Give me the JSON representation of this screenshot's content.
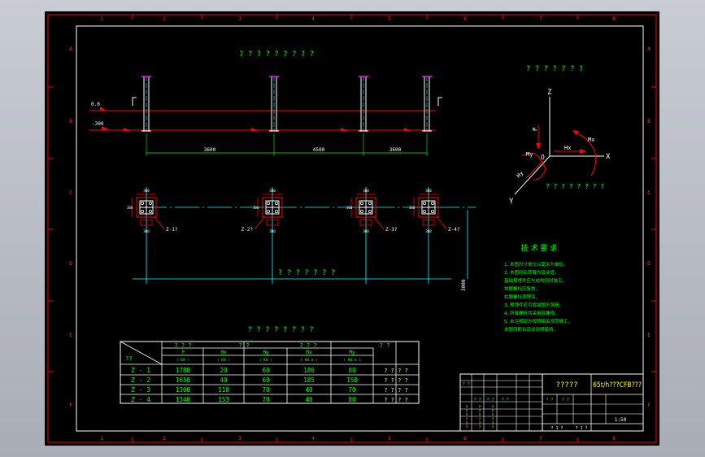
{
  "border": {
    "columns": [
      "1",
      "2",
      "3",
      "4",
      "5",
      "6",
      "7",
      "8"
    ],
    "rows": [
      "A",
      "B",
      "C",
      "D",
      "E",
      "F"
    ]
  },
  "plan": {
    "title": "? ? ? ? ? ? ? ? ?",
    "elevations": [
      "0.0",
      "-300"
    ],
    "dimensions": [
      "3600",
      "4500",
      "3600"
    ],
    "marks": [
      "Γ",
      "Γ"
    ]
  },
  "anchors": {
    "caption": "? ? ? ? ? ? ?",
    "labels": [
      "Z-1?",
      "Z-2?",
      "Z-3?",
      "Z-4?"
    ]
  },
  "axes_diagram": {
    "title": "? ? ? ? ? ? ?",
    "axes": [
      "Z",
      "X",
      "Y"
    ],
    "origin": "O",
    "forces": [
      "P",
      "Hx",
      "Hy",
      "Mx",
      "My"
    ],
    "caption": "? ? ? ? ? ? ? ?"
  },
  "notes": {
    "title": "技 术 要 求",
    "lines": [
      "1. 本图尺寸单位以毫米为单位。",
      "2. 本图所示荷载为设计值，",
      "   基础预埋件应与结构同时施工，",
      "   地脚螺栓应复核，",
      "   柱脚螺栓须埋深，",
      "3. 预埋件应可靠锚固于钢筋。",
      "4. 所有螺栓均采用双螺母。",
      "5. 未注明部分按照相关规范施工，",
      "   本图须配合设计说明使用。"
    ]
  },
  "load_table": {
    "title": "? ? ? ? ? ? ? ?",
    "corner": "??",
    "group_headers": [
      "? ? ?",
      "? ?",
      "? ? ?",
      "? ?"
    ],
    "sub_headers": [
      "P",
      "Hx",
      "Hy",
      "Mx",
      "My"
    ],
    "units": [
      "( KN )",
      "( KN )",
      "( KN )",
      "( KN.m )",
      "( KN.m )"
    ],
    "rows": [
      {
        "id": "Z - 1",
        "values": [
          "1780",
          "20",
          "60",
          "186",
          "80"
        ],
        "note": "? ? ? ?"
      },
      {
        "id": "Z - 2",
        "values": [
          "1650",
          "40",
          "60",
          "185",
          "150"
        ],
        "note": "? ? ? ?"
      },
      {
        "id": "Z - 3",
        "values": [
          "1300",
          "110",
          "70",
          "40",
          "70"
        ],
        "note": "? ? ? ?"
      },
      {
        "id": "Z - 4",
        "values": [
          "1340",
          "153",
          "70",
          "40",
          "80"
        ],
        "note": "? ? ? ?"
      }
    ]
  },
  "title_block": {
    "drawing_name": "?????",
    "company": "65t/h???CFB???",
    "scale": "1:50",
    "small": [
      "? ?",
      "? ?",
      "? ?",
      "? ?",
      "? ?",
      "? ?"
    ],
    "bottom": [
      "? 1 ?",
      "? 1 ?"
    ]
  },
  "colors": {
    "red": "#ff0000",
    "cyan": "#00ffff",
    "yellow": "#ffff00",
    "green": "#00ff00",
    "white": "#ffffff",
    "magenta": "#ff00ff"
  }
}
